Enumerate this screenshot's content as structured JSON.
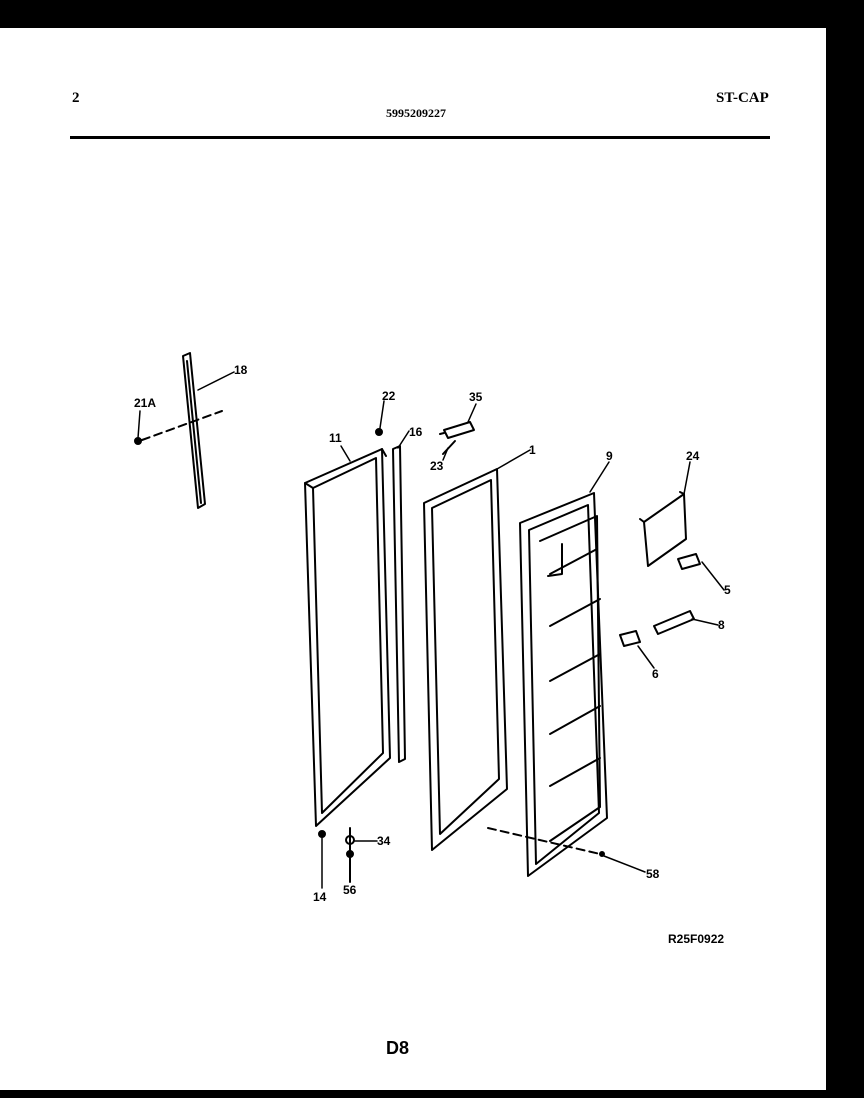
{
  "header": {
    "page_number": "2",
    "part_number": "5995209227",
    "model_code": "ST-CAP"
  },
  "callouts": {
    "c1": "1",
    "c5": "5",
    "c6": "6",
    "c8": "8",
    "c9": "9",
    "c11": "11",
    "c14": "14",
    "c16": "16",
    "c18": "18",
    "c21a": "21A",
    "c22": "22",
    "c23": "23",
    "c24": "24",
    "c34": "34",
    "c35": "35",
    "c56": "56",
    "c58": "58"
  },
  "footer": {
    "reference_code": "R25F0922",
    "page_code": "D8"
  }
}
